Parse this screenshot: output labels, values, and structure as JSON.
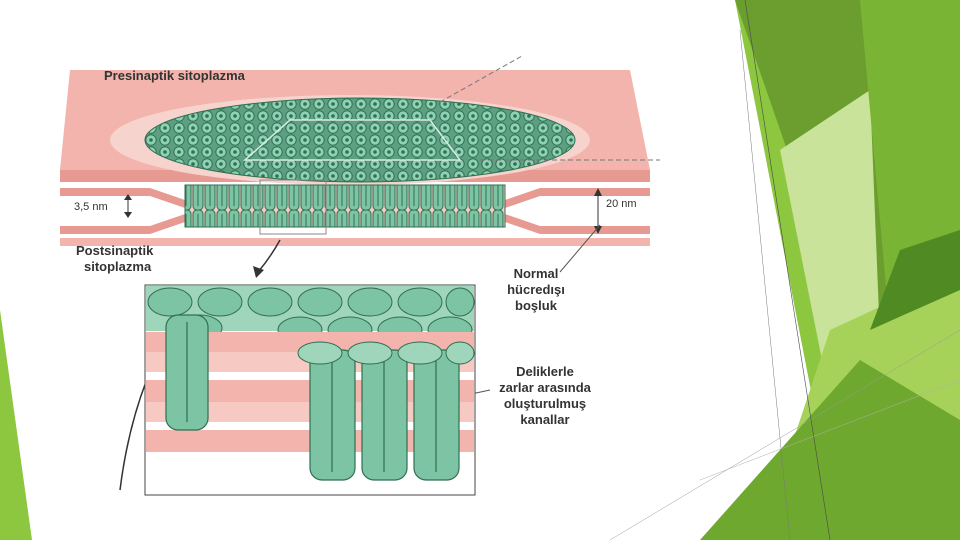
{
  "slide": {
    "accent_colors": [
      "#8dc63f",
      "#6b9e2f",
      "#a6d25a",
      "#c9e39a",
      "#4f8a22"
    ]
  },
  "figure": {
    "labels": {
      "presynaptic": "Presinaptik sitoplazma",
      "postsynaptic_line1": "Postsinaptik",
      "postsynaptic_line2": "sitoplazma",
      "gap_small": "3,5 nm",
      "gap_large": "20 nm",
      "normal_space_line1": "Normal",
      "normal_space_line2": "hücredışı",
      "normal_space_line3": "boşluk",
      "channels_line1": "Deliklerle",
      "channels_line2": "zarlar arasında",
      "channels_line3": "oluşturulmuş",
      "channels_line4": "kanallar"
    },
    "colors": {
      "membrane_pink": "#f2b4ad",
      "membrane_dark": "#e79a92",
      "connexon_green": "#7dc4a4",
      "connexon_dark": "#3f8a6a"
    }
  }
}
